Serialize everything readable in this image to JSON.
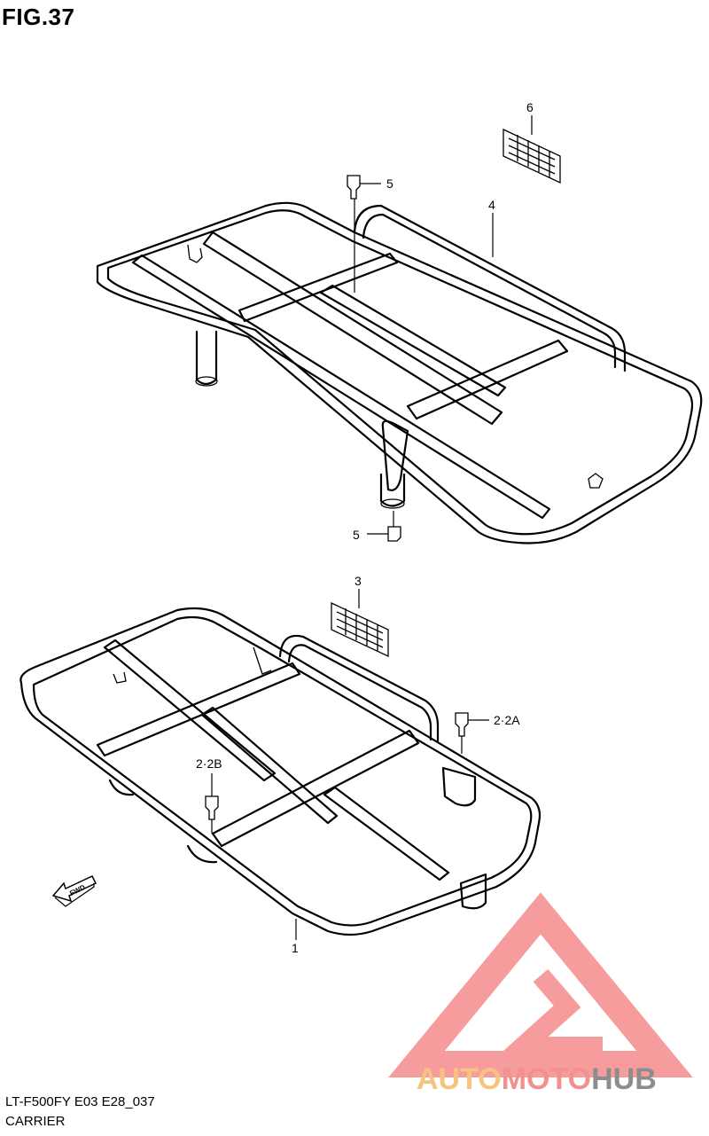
{
  "figure": {
    "title": "FIG.37",
    "model_code": "LT-F500FY E03 E28_037",
    "caption": "CARRIER"
  },
  "callouts": {
    "part_1": "1",
    "part_2a": "2·2A",
    "part_2b": "2·2B",
    "part_3": "3",
    "part_4": "4",
    "part_5_upper": "5",
    "part_5_lower": "5"
  },
  "direction_arrow": {
    "label": "FWD"
  },
  "watermark": {
    "brand_parts": [
      "AUTO",
      "MOTO",
      "HUB"
    ],
    "colors": {
      "auto": "#f5b96a",
      "moto": "#f07d7d",
      "hub": "#7a7a7a",
      "triangle": "#f58b8b"
    }
  }
}
